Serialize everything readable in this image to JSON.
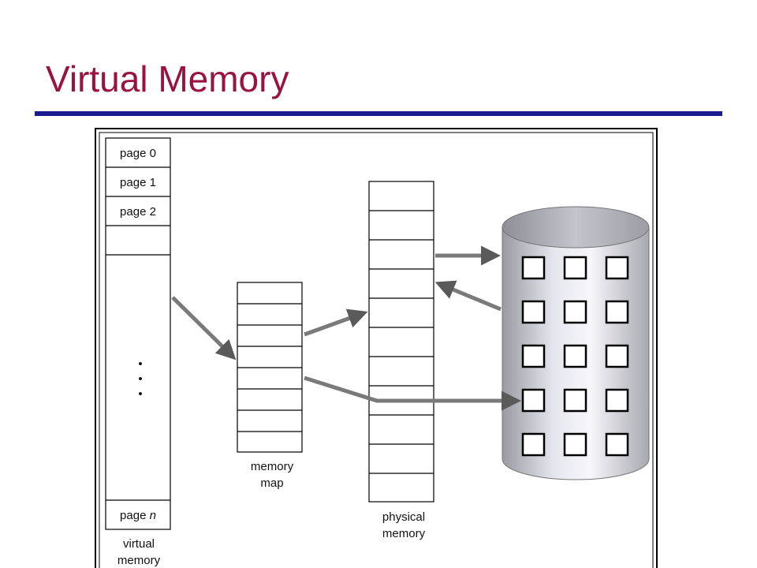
{
  "title": "Virtual Memory",
  "colors": {
    "title": "#9a1340",
    "rule": "#1a1a8c"
  },
  "virtual_memory": {
    "pages": [
      "page 0",
      "page 1",
      "page 2"
    ],
    "ellipsis": "•",
    "last_page_prefix": "page ",
    "last_page_var": "n",
    "label_line1": "virtual",
    "label_line2": "memory"
  },
  "memory_map": {
    "label_line1": "memory",
    "label_line2": "map"
  },
  "physical_memory": {
    "label_line1": "physical",
    "label_line2": "memory"
  },
  "disk": {
    "icon": "disk-cylinder-icon"
  }
}
